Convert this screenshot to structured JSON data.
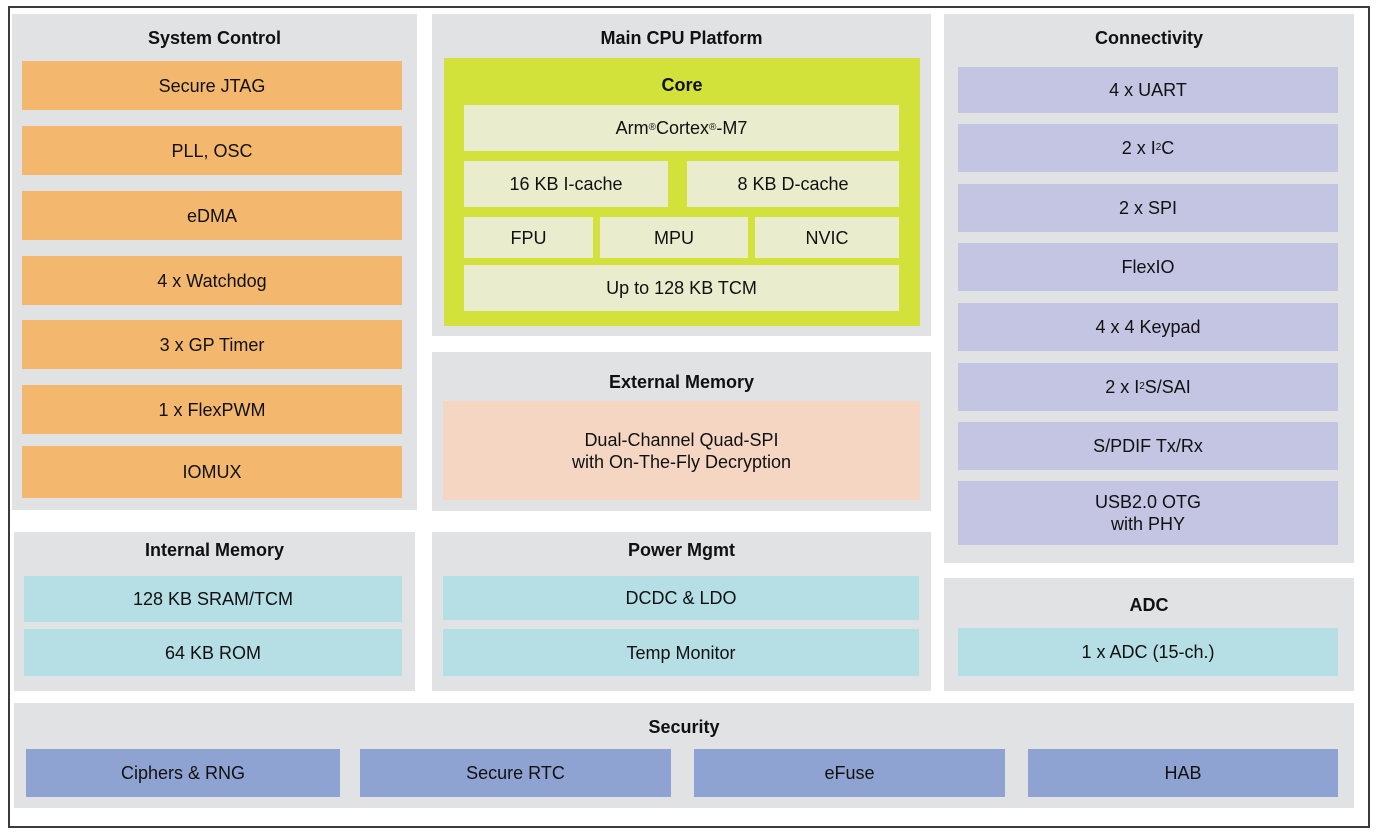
{
  "system_control": {
    "title": "System Control",
    "items": [
      "Secure JTAG",
      "PLL, OSC",
      "eDMA",
      "4 x Watchdog",
      "3 x GP Timer",
      "1 x FlexPWM",
      "IOMUX"
    ]
  },
  "main_cpu": {
    "title": "Main CPU Platform",
    "core_title": "Core",
    "cpu_name": "Arm",
    "cpu_reg": "®",
    "cpu_series": "Cortex",
    "cpu_reg2": "®",
    "cpu_model": "-M7",
    "icache": "16 KB I-cache",
    "dcache": "8 KB D-cache",
    "fpu": "FPU",
    "mpu": "MPU",
    "nvic": "NVIC",
    "tcm": "Up to 128 KB TCM"
  },
  "external_memory": {
    "title": "External Memory",
    "line1": "Dual-Channel Quad-SPI",
    "line2": "with On-The-Fly Decryption"
  },
  "connectivity": {
    "title": "Connectivity",
    "uart": "4 x UART",
    "i2c_pre": "2 x I",
    "i2c_sup": "2",
    "i2c_post": "C",
    "spi": "2 x SPI",
    "flexio": "FlexIO",
    "keypad": "4 x 4 Keypad",
    "i2s_pre": "2 x I",
    "i2s_sup": "2",
    "i2s_post": "S/SAI",
    "spdif": "S/PDIF Tx/Rx",
    "usb_line1": "USB2.0 OTG",
    "usb_line2": "with PHY"
  },
  "internal_memory": {
    "title": "Internal Memory",
    "items": [
      "128 KB SRAM/TCM",
      "64 KB ROM"
    ]
  },
  "power_mgmt": {
    "title": "Power Mgmt",
    "items": [
      "DCDC & LDO",
      "Temp Monitor"
    ]
  },
  "adc": {
    "title": "ADC",
    "items": [
      "1 x ADC (15-ch.)"
    ]
  },
  "security": {
    "title": "Security",
    "items": [
      "Ciphers & RNG",
      "Secure RTC",
      "eFuse",
      "HAB"
    ]
  },
  "colors": {
    "panel": "#e1e2e4",
    "system_control": "#f3b76d",
    "core": "#d2e23b",
    "core_cell": "#e9edce",
    "external_memory": "#f4d6c3",
    "connectivity": "#c4c4e3",
    "memory_power_adc": "#b5dfe5",
    "security": "#8fa3d2"
  }
}
